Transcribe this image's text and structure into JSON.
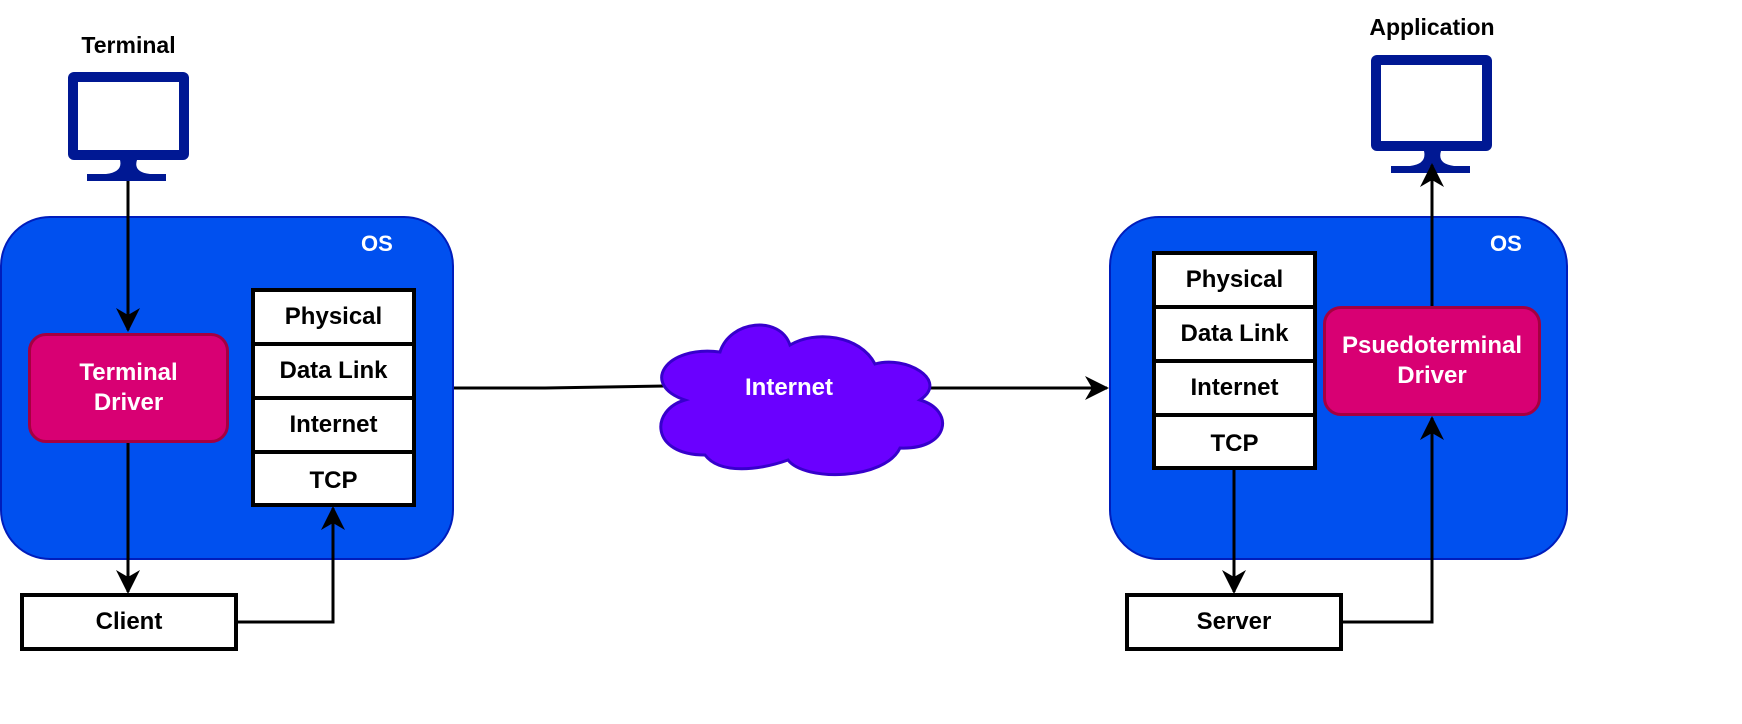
{
  "left": {
    "device_label": "Terminal",
    "os_label": "OS",
    "driver_label_line1": "Terminal",
    "driver_label_line2": "Driver",
    "stack": [
      "Physical",
      "Data Link",
      "Internet",
      "TCP"
    ],
    "endpoint_label": "Client"
  },
  "network": {
    "cloud_label": "Internet"
  },
  "right": {
    "device_label": "Application",
    "os_label": "OS",
    "driver_label_line1": "Psuedoterminal",
    "driver_label_line2": "Driver",
    "stack": [
      "Physical",
      "Data Link",
      "Internet",
      "TCP"
    ],
    "endpoint_label": "Server"
  },
  "colors": {
    "os_fill": "#0050EF",
    "os_stroke": "#001DBC",
    "driver_fill": "#D80073",
    "driver_stroke": "#A50040",
    "cloud_fill": "#6A00FF",
    "cloud_stroke": "#3700CC",
    "monitor": "#001893",
    "line": "#000000"
  },
  "icons": {
    "terminal_monitor": "monitor-icon",
    "application_monitor": "monitor-icon",
    "network": "cloud-icon"
  }
}
